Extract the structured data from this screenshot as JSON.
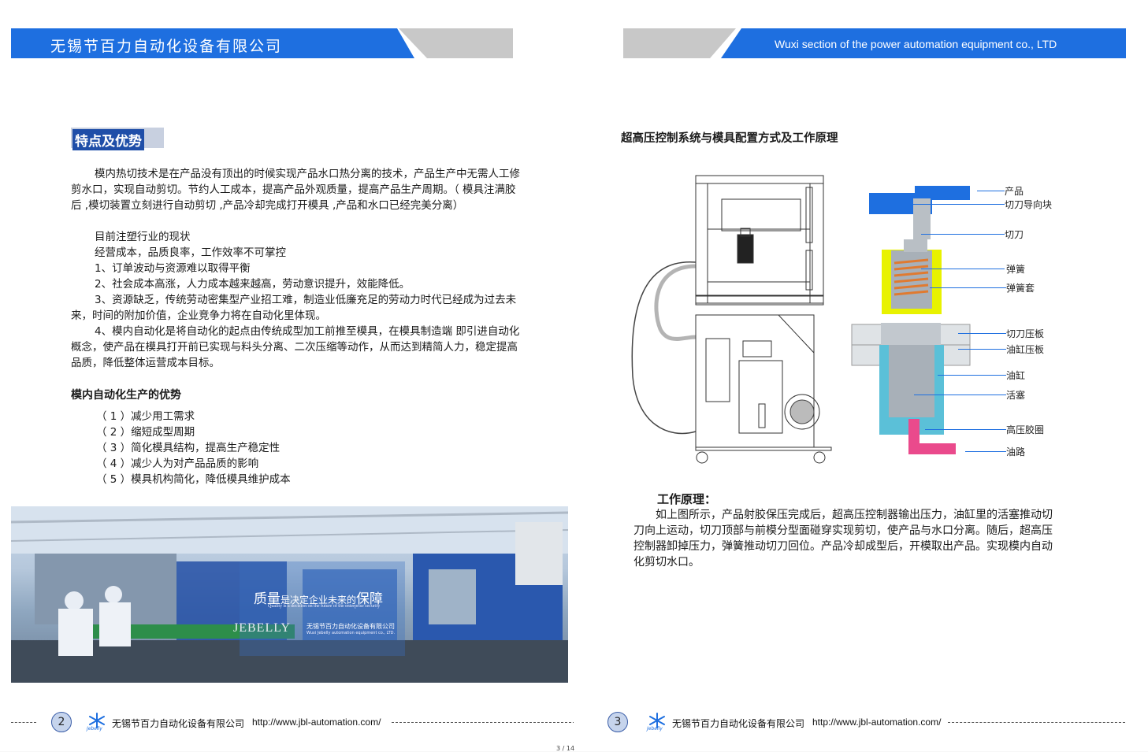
{
  "left_header": {
    "company_cn": "无锡节百力自动化设备有限公司"
  },
  "right_header": {
    "company_en": "Wuxi section of the power automation equipment co., LTD"
  },
  "left": {
    "section_title": "特点及优势",
    "intro": "模内热切技术是在产品没有顶出的时候实现产品水口热分离的技术，产品生产中无需人工修剪水口，实现自动剪切。节约人工成本，提高产品外观质量，提高产品生产周期。（ 模具注满胶后 ,模切装置立刻进行自动剪切 ,产品冷却完成打开模具 ,产品和水口已经完美分离）",
    "status_title": "目前注塑行业的现状",
    "status_line": "经营成本，品质良率，工作效率不可掌控",
    "issues": [
      "1、订单波动与资源难以取得平衡",
      "2、社会成本高涨，人力成本越来越高，劳动意识提升，效能降低。",
      "3、资源缺乏，传统劳动密集型产业招工难，制造业低廉充足的劳动力时代已经成为过去未来，时间的附加价值，企业竞争力将在自动化里体现。",
      "4、模内自动化是将自动化的起点由传统成型加工前推至模具，在模具制造端 即引进自动化概念，使产品在模具打开前已实现与料头分离、二次压缩等动作，从而达到精简人力，稳定提高品质，降低整体运营成本目标。"
    ],
    "adv_title": "模内自动化生产的优势",
    "advantages": [
      "（ 1 ）减少用工需求",
      "（ 2 ）缩短成型周期",
      "（ 3 ）简化模具结构，提高生产稳定性",
      "（ 4 ）减少人为对产品品质的影响",
      "（ 5 ）模具机构简化，降低模具维护成本"
    ],
    "photo": {
      "slogan_a": "质量",
      "slogan_b": "是决定企业未来的",
      "slogan_c": "保障",
      "slogan_en": "Quality is a decision on the future of the enterprise security",
      "brand": "JEBELLY",
      "company_cn": "无锡节百力自动化设备有限公司",
      "company_en": "Wuxi Jebelly automation equipment co., LTD."
    },
    "footer": {
      "page": "2",
      "company": "无锡节百力自动化设备有限公司",
      "url": "http://www.jbl-automation.com/"
    }
  },
  "right": {
    "section_title": "超高压控制系统与模具配置方式及工作原理",
    "labels": [
      "产品",
      "切刀导向块",
      "切刀",
      "弹簧",
      "弹簧套",
      "切刀压板",
      "油缸压板",
      "油缸",
      "活塞",
      "高压胶圈",
      "油路"
    ],
    "principle_title": "工作原理：",
    "principle_text": "如上图所示，产品射胶保压完成后，超高压控制器输出压力，油缸里的活塞推动切刀向上运动，切刀顶部与前模分型面碰穿实现剪切，使产品与水口分离。随后，超高压控制器卸掉压力，弹簧推动切刀回位。产品冷却成型后，开模取出产品。实现模内自动化剪切水口。",
    "footer": {
      "page": "3",
      "company": "无锡节百力自动化设备有限公司",
      "url": "http://www.jbl-automation.com/"
    }
  },
  "logo_text": "Jebelly",
  "pager": "3 / 14",
  "colors": {
    "accent": "#1e6fe0",
    "gray_bar": "#c8c8c8",
    "spring": "#e07a30",
    "spring_sleeve": "#e8f200",
    "cylinder": "#5bc0d8",
    "oil": "#ea4a8c"
  }
}
